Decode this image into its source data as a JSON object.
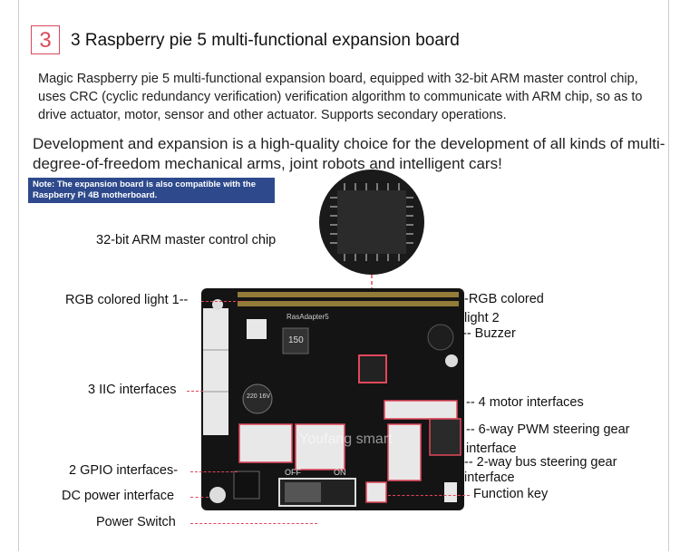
{
  "section": {
    "number": "3",
    "title": "3 Raspberry pie 5 multi-functional expansion board"
  },
  "description": {
    "line1": "Magic Raspberry pie 5 multi-functional expansion board, equipped with 32-bit ARM master control chip, uses CRC (cyclic redundancy verification) verification algorithm to communicate with ARM chip, so as to drive actuator, motor, sensor and other actuator. Supports secondary operations.",
    "line2": "Development and expansion is a high-quality choice for the development of all kinds of multi-degree-of-freedom mechanical arms, joint robots and intelligent cars!"
  },
  "note": "Note: The expansion board is also compatible with the Raspberry Pi 4B motherboard.",
  "board": {
    "silkscreen": "RasAdapter5",
    "inductor": "150",
    "capacitor": "220 16V",
    "switch_off": "OFF",
    "switch_on": "ON",
    "watermark": "Youfang smart"
  },
  "callouts": {
    "arm_chip": "32-bit ARM master control chip",
    "rgb1": "RGB colored light 1--",
    "rgb2_a": "-RGB colored",
    "rgb2_b": "light 2",
    "buzzer": "-- Buzzer",
    "iic": "3 IIC interfaces",
    "motor": "-- 4 motor interfaces",
    "pwm_a": "-- 6-way PWM steering gear",
    "pwm_b": "interface",
    "bus_a": "-- 2-way bus steering gear",
    "bus_b": "interface",
    "gpio": "2 GPIO interfaces-",
    "function_key": "Function key",
    "dc_power": "DC power interface",
    "power_switch": "Power Switch"
  }
}
